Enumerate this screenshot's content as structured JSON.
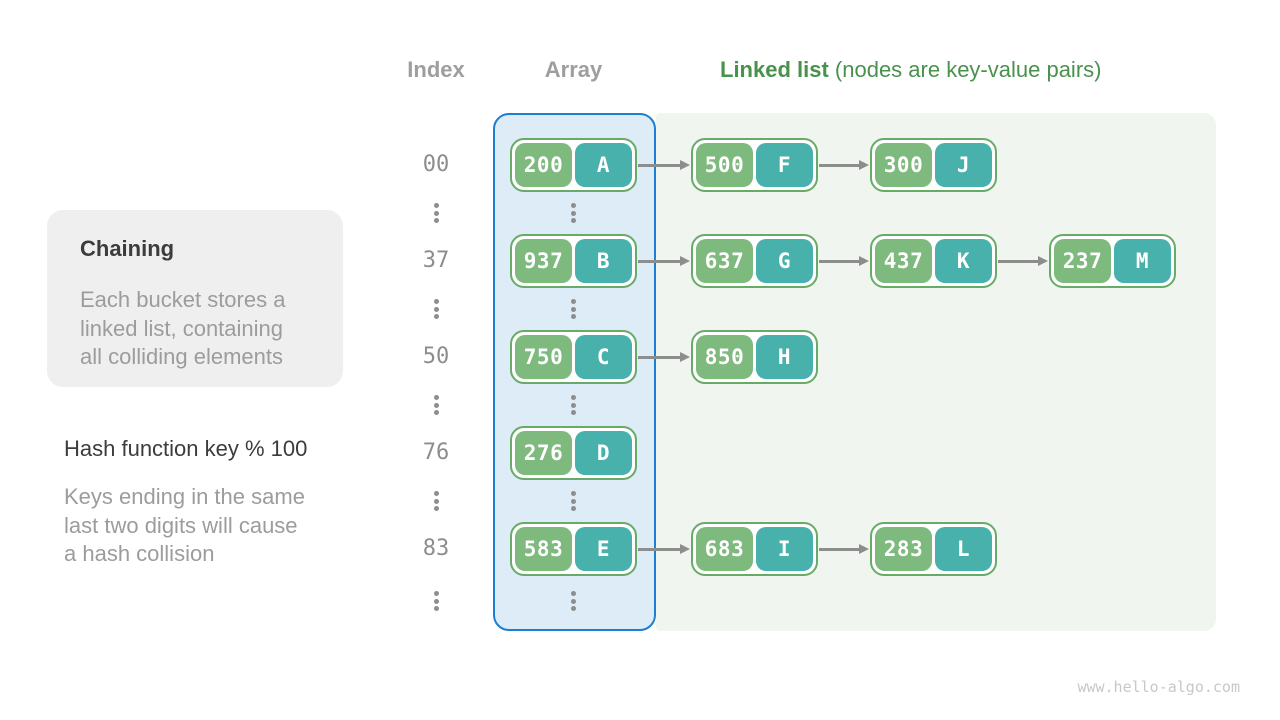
{
  "page": {
    "watermark": "www.hello-algo.com"
  },
  "colors": {
    "array_border": "#1d7fd3",
    "array_fill": "#ddecf7",
    "list_fill": "#f0f6ef",
    "key_green": "#7eb97e",
    "value_teal": "#48b1ab",
    "node_border": "#67ab67",
    "header_gray": "#9e9e9e",
    "header_green": "#48924c",
    "arrow_gray": "#8d8d8d",
    "index_gray": "#8d8d8d",
    "card_bg": "#efefef",
    "text_dark": "#3c3c3c",
    "text_gray": "#9c9c9c",
    "watermark_gray": "#c8c8c8"
  },
  "headers": {
    "index": "Index",
    "array": "Array",
    "linked_bold": "Linked list",
    "linked_rest": " (nodes are key-value pairs)"
  },
  "info_card": {
    "title": "Chaining",
    "lines": [
      "Each bucket stores a",
      "linked list, containing",
      "all colliding elements"
    ]
  },
  "hash_note": {
    "title": "Hash function key % 100",
    "lines": [
      "Keys ending in the same",
      "last two digits will cause",
      "a hash collision"
    ]
  },
  "diagram": {
    "icons": {
      "ellipsis": "vertical-dots",
      "arrow": "right-arrow"
    },
    "rows": [
      {
        "index": "00",
        "nodes": [
          {
            "key": "200",
            "value": "A"
          },
          {
            "key": "500",
            "value": "F"
          },
          {
            "key": "300",
            "value": "J"
          }
        ]
      },
      {
        "index": "37",
        "nodes": [
          {
            "key": "937",
            "value": "B"
          },
          {
            "key": "637",
            "value": "G"
          },
          {
            "key": "437",
            "value": "K"
          },
          {
            "key": "237",
            "value": "M"
          }
        ]
      },
      {
        "index": "50",
        "nodes": [
          {
            "key": "750",
            "value": "C"
          },
          {
            "key": "850",
            "value": "H"
          }
        ]
      },
      {
        "index": "76",
        "nodes": [
          {
            "key": "276",
            "value": "D"
          }
        ]
      },
      {
        "index": "83",
        "nodes": [
          {
            "key": "583",
            "value": "E"
          },
          {
            "key": "683",
            "value": "I"
          },
          {
            "key": "283",
            "value": "L"
          }
        ]
      }
    ]
  }
}
